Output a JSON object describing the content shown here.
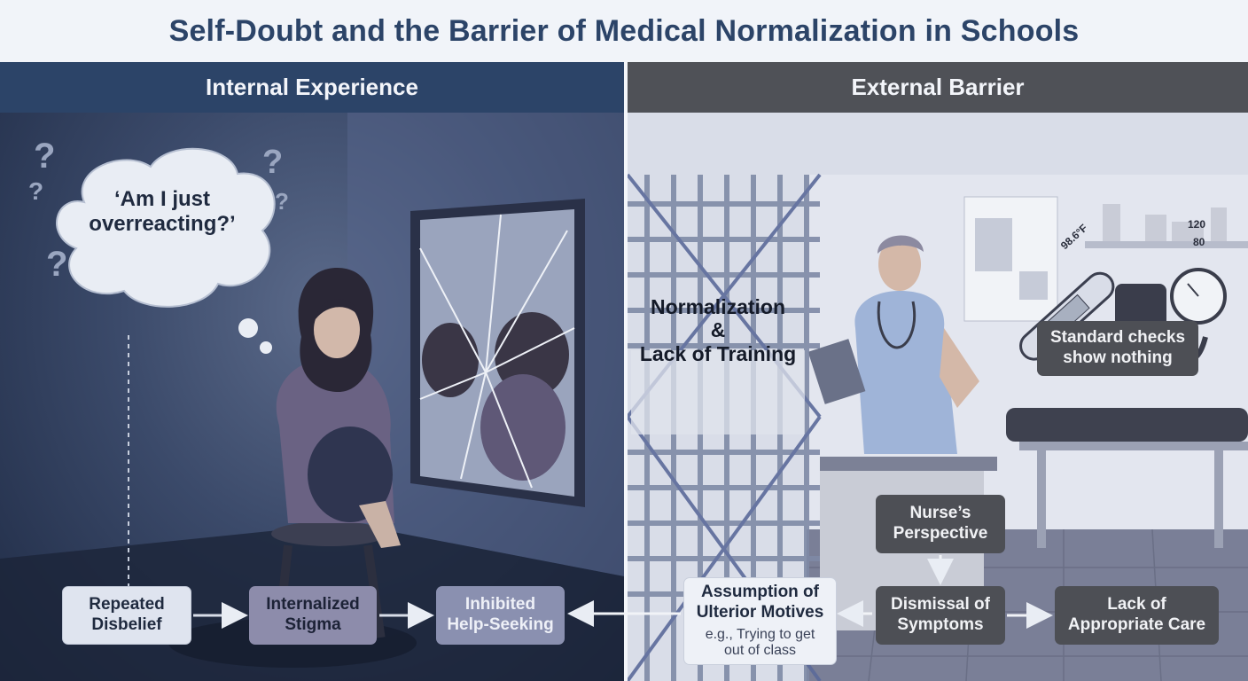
{
  "title": "Self-Doubt and the Barrier of Medical Normalization in Schools",
  "left_panel": {
    "header": "Internal Experience",
    "thought_line1": "‘Am I just",
    "thought_line2": "overreacting?’",
    "question_marks": [
      "?",
      "?",
      "?",
      "?",
      "?"
    ]
  },
  "right_panel": {
    "header": "External Barrier",
    "normalization_line1": "Normalization",
    "normalization_line2": "&",
    "normalization_line3": "Lack of Training",
    "standard_checks_line1": "Standard checks",
    "standard_checks_line2": "show nothing",
    "bp_top": "120",
    "bp_bottom": "80",
    "thermometer_text": "98.6°F"
  },
  "flow": {
    "repeated_disbelief": {
      "line1": "Repeated",
      "line2": "Disbelief"
    },
    "internalized_stigma": {
      "line1": "Internalized",
      "line2": "Stigma"
    },
    "inhibited_help": {
      "line1": "Inhibited",
      "line2": "Help-Seeking"
    },
    "assumption": {
      "line1": "Assumption of",
      "line2": "Ulterior Motives",
      "sub1": "e.g., Trying to get",
      "sub2": "out of class"
    },
    "nurse_perspective": {
      "line1": "Nurse’s",
      "line2": "Perspective"
    },
    "dismissal": {
      "line1": "Dismissal of",
      "line2": "Symptoms"
    },
    "lack_care": {
      "line1": "Lack of",
      "line2": "Appropriate Care"
    }
  },
  "colors": {
    "title": "#2c4468",
    "left_header": "#2c4468",
    "right_header": "#4f5157",
    "dark_box": "#4d4f55"
  }
}
